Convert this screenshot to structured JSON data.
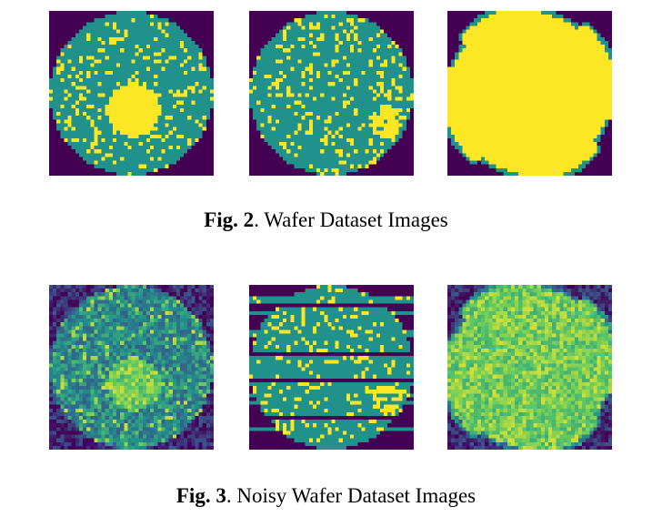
{
  "figures": [
    {
      "label": "Fig. 2",
      "sep": ".",
      "caption": " Wafer Dataset Images",
      "panels": [
        {
          "kind": "clean",
          "pattern": "center-blob"
        },
        {
          "kind": "clean",
          "pattern": "edge-local"
        },
        {
          "kind": "clean",
          "pattern": "near-full"
        }
      ]
    },
    {
      "label": "Fig. 3",
      "sep": ".",
      "caption": " Noisy Wafer Dataset Images",
      "panels": [
        {
          "kind": "noisy",
          "pattern": "center-blob"
        },
        {
          "kind": "striped",
          "pattern": "edge-local"
        },
        {
          "kind": "noisy",
          "pattern": "near-full"
        }
      ]
    }
  ],
  "colors": {
    "background": "#440154",
    "wafer": "#21918c",
    "defect": "#fde725"
  }
}
